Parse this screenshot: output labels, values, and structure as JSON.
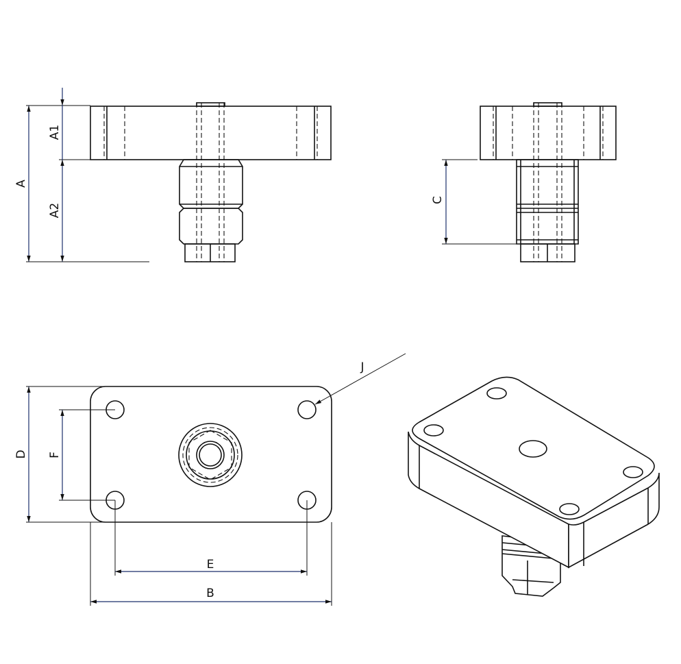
{
  "dimensions": {
    "A": "A",
    "A1": "A1",
    "A2": "A2",
    "B": "B",
    "C": "C",
    "D": "D",
    "E": "E",
    "F": "F",
    "J": "J"
  },
  "colors": {
    "outline": "#111111",
    "dimension_line": "#1a2e6b",
    "background": "#ffffff"
  }
}
